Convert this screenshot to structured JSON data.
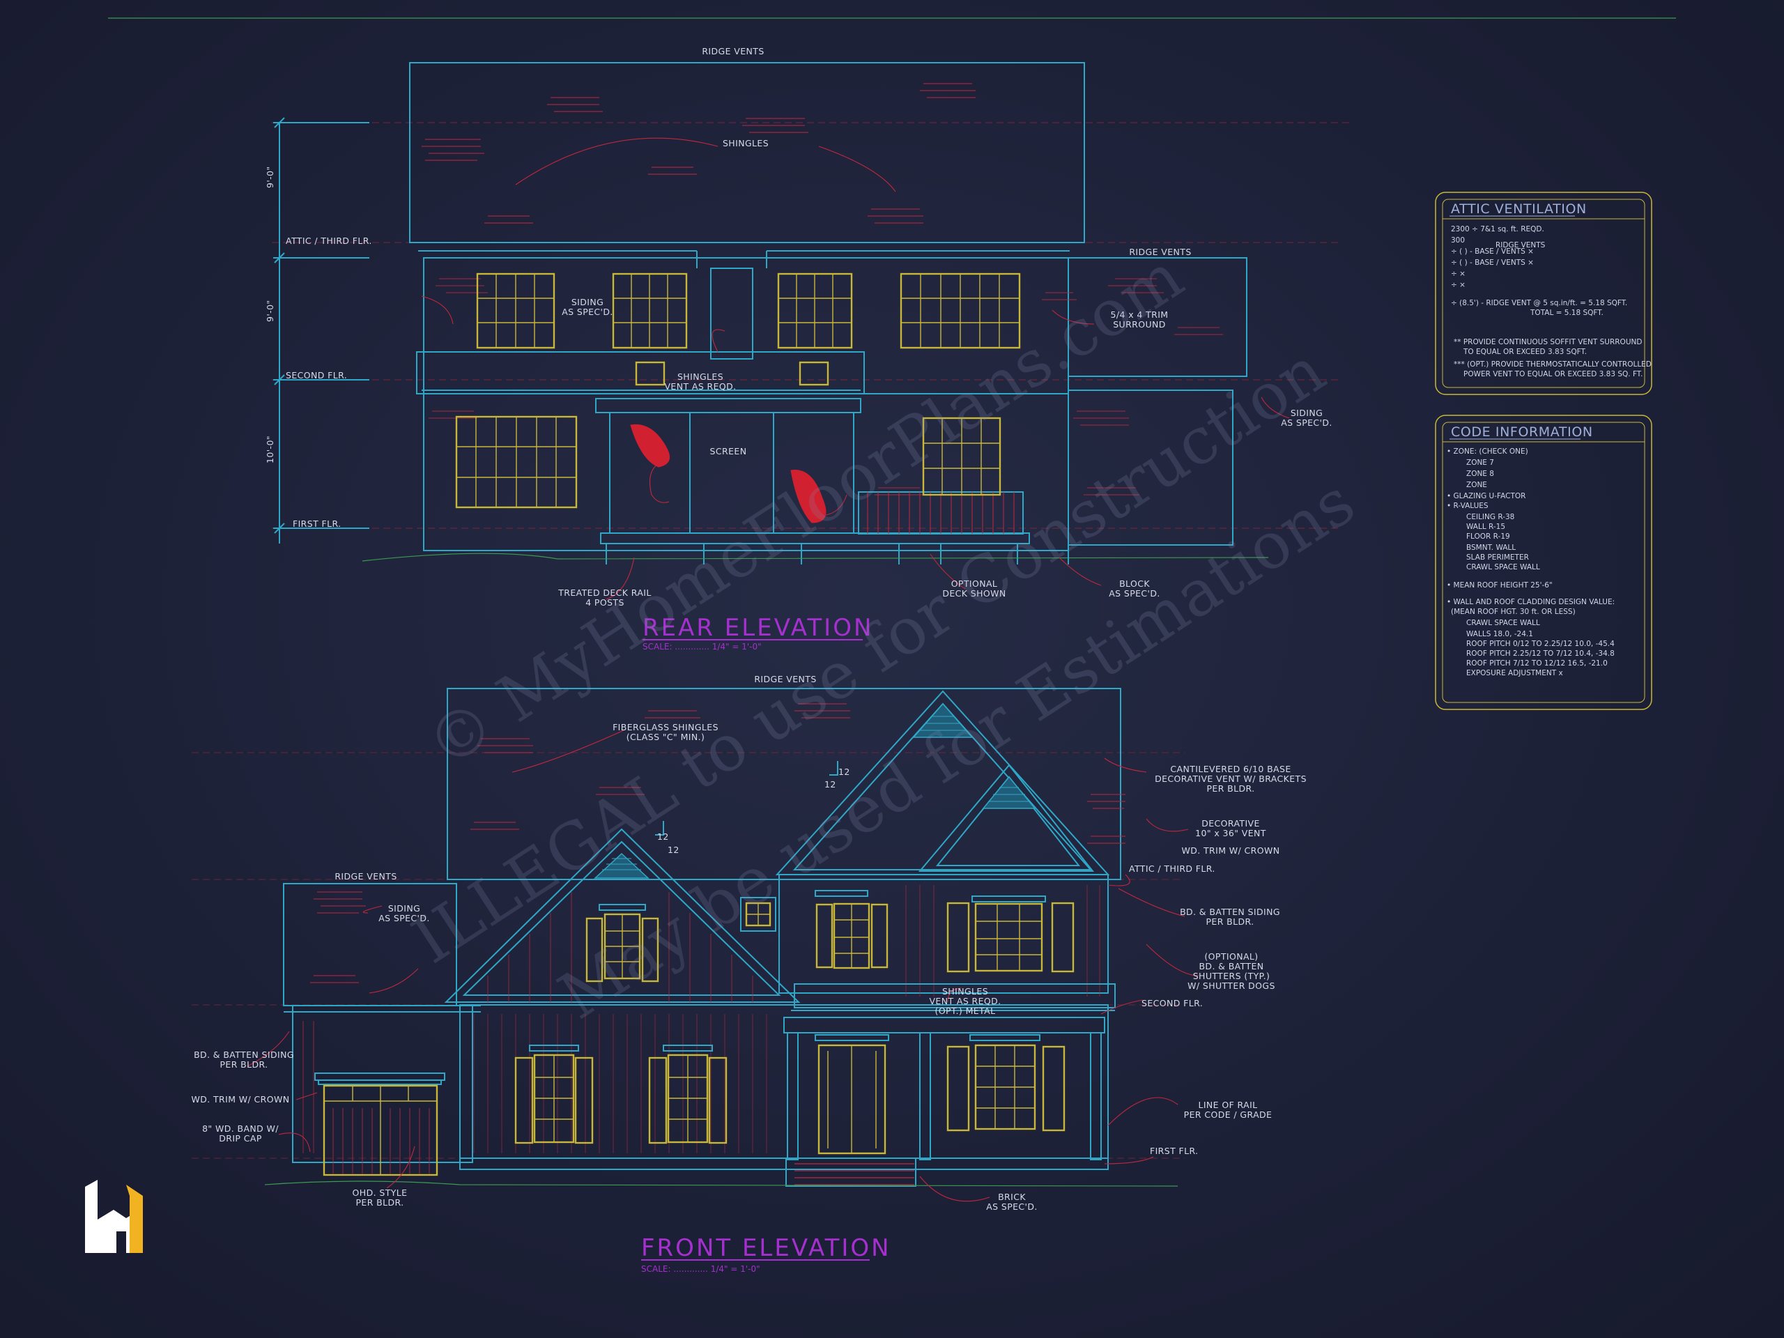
{
  "rear_elevation": {
    "title": "REAR ELEVATION",
    "scale": "SCALE: ............. 1/4\" = 1'-0\"",
    "labels": {
      "ridge_vents_top": "RIDGE VENTS",
      "shingles": "SHINGLES",
      "ridge_vents_right": "RIDGE VENTS",
      "siding_1": "SIDING",
      "siding_1b": "AS SPEC'D.",
      "trim_1": "5/4 x 4 TRIM",
      "trim_1b": "SURROUND",
      "shingles_vent_1": "SHINGLES",
      "shingles_vent_1b": "VENT AS REQD.",
      "screen": "SCREEN",
      "siding_2": "SIDING",
      "siding_2b": "AS SPEC'D.",
      "deck_1": "TREATED DECK RAIL",
      "deck_1b": "4 POSTS",
      "optional_deck": "OPTIONAL",
      "optional_deckb": "DECK SHOWN",
      "block": "BLOCK",
      "blockb": "AS SPEC'D."
    },
    "levels": [
      "ATTIC / THIRD FLR.",
      "SECOND FLR.",
      "FIRST FLR."
    ],
    "dims": [
      "9'-0\"",
      "9'-0\"",
      "10'-0\""
    ]
  },
  "front_elevation": {
    "title": "FRONT ELEVATION",
    "scale": "SCALE: ............. 1/4\" = 1'-0\"",
    "labels": {
      "ridge_vents_top": "RIDGE VENTS",
      "fiberglass": "FIBERGLASS SHINGLES",
      "fiberglassb": "(CLASS \"C\" MIN.)",
      "ridge_vents_left": "RIDGE VENTS",
      "siding": "SIDING",
      "sidingb": "AS SPEC'D.",
      "cant_1": "CANTILEVERED 6/10 BASE",
      "cant_2": "DECORATIVE VENT W/ BRACKETS",
      "cant_3": "PER BLDR.",
      "dec_1": "DECORATIVE",
      "dec_2": "10\" x 36\" VENT",
      "wd_trim_r": "WD. TRIM W/ CROWN",
      "attic": "ATTIC / THIRD FLR.",
      "bb_siding_r": "BD. & BATTEN SIDING",
      "bb_siding_rb": "PER BLDR.",
      "opt_1": "(OPTIONAL)",
      "opt_2": "BD. & BATTEN",
      "opt_3": "SHUTTERS (TYP.)",
      "opt_4": "W/ SHUTTER DOGS",
      "shing_1": "SHINGLES",
      "shing_2": "VENT AS REQD.",
      "shing_3": "(OPT.) METAL",
      "second": "SECOND FLR.",
      "bb_siding_l": "BD. & BATTEN SIDING",
      "bb_siding_lb": "PER BLDR.",
      "wd_trim_l": "WD. TRIM W/ CROWN",
      "band_1": "8\" WD. BAND W/",
      "band_2": "DRIP CAP",
      "rail_1": "LINE OF RAIL",
      "rail_2": "PER CODE / GRADE",
      "first": "FIRST FLR.",
      "ohd_1": "OHD. STYLE",
      "ohd_2": "PER BLDR.",
      "brick": "BRICK",
      "brickb": "AS SPEC'D.",
      "pitch_a": "12",
      "pitch_b": "12",
      "pitch_c": "12",
      "pitch_d": "12"
    }
  },
  "attic_panel": {
    "title": "ATTIC VENTILATION",
    "lines": [
      "2300 ÷ 7&1 sq. ft. REQD.",
      "300",
      "÷ (   ) -     BASE    /    VENTS   ×",
      "÷ (   ) -     BASE    /    VENTS   ×",
      "÷                                   ×",
      "÷                                   ×",
      "÷ (8.5') - RIDGE VENT @ 5 sq.in/ft. = 5.18 SQFT.",
      "TOTAL       = 5.18 SQFT.",
      "** PROVIDE CONTINUOUS SOFFIT VENT SURROUND",
      "TO EQUAL OR EXCEED  3.83 SQFT.",
      "*** (OPT.) PROVIDE THERMOSTATICALLY CONTROLLED",
      "POWER VENT TO EQUAL OR EXCEED 3.83 SQ. FT."
    ],
    "ridge_vents": "RIDGE VENTS"
  },
  "code_panel": {
    "title": "CODE INFORMATION",
    "lines": [
      "• ZONE: (CHECK ONE)",
      "ZONE 7",
      "ZONE 8",
      "ZONE",
      "• GLAZING U-FACTOR",
      "• R-VALUES",
      "CEILING              R-38",
      "WALL                 R-15",
      "FLOOR                R-19",
      "BSMNT. WALL",
      "SLAB PERIMETER",
      "CRAWL SPACE WALL",
      "• MEAN ROOF HEIGHT    25'-6\"",
      "• WALL AND ROOF CLADDING DESIGN VALUE:",
      "(MEAN ROOF HGT. 30 ft. OR LESS)",
      "CRAWL SPACE WALL",
      "WALLS                    18.0, -24.1",
      "ROOF PITCH 0/12 TO 2.25/12   10.0, -45.4",
      "ROOF PITCH 2.25/12 TO 7/12   10.4, -34.8",
      "ROOF PITCH 7/12 TO 12/12     16.5, -21.0",
      "EXPOSURE ADJUSTMENT        x"
    ]
  },
  "watermark": {
    "line1": "© MyHomeFloorPlans.com",
    "line2": "ILLEGAL to use for Construction",
    "line3": "May be used for Estimations"
  },
  "colors": {
    "background": "#1d2138",
    "cyan": "#2fa8c8",
    "red": "#c0283e",
    "yellow": "#c9b73a",
    "magenta": "#a62fcf"
  },
  "logo": "logo-icon"
}
